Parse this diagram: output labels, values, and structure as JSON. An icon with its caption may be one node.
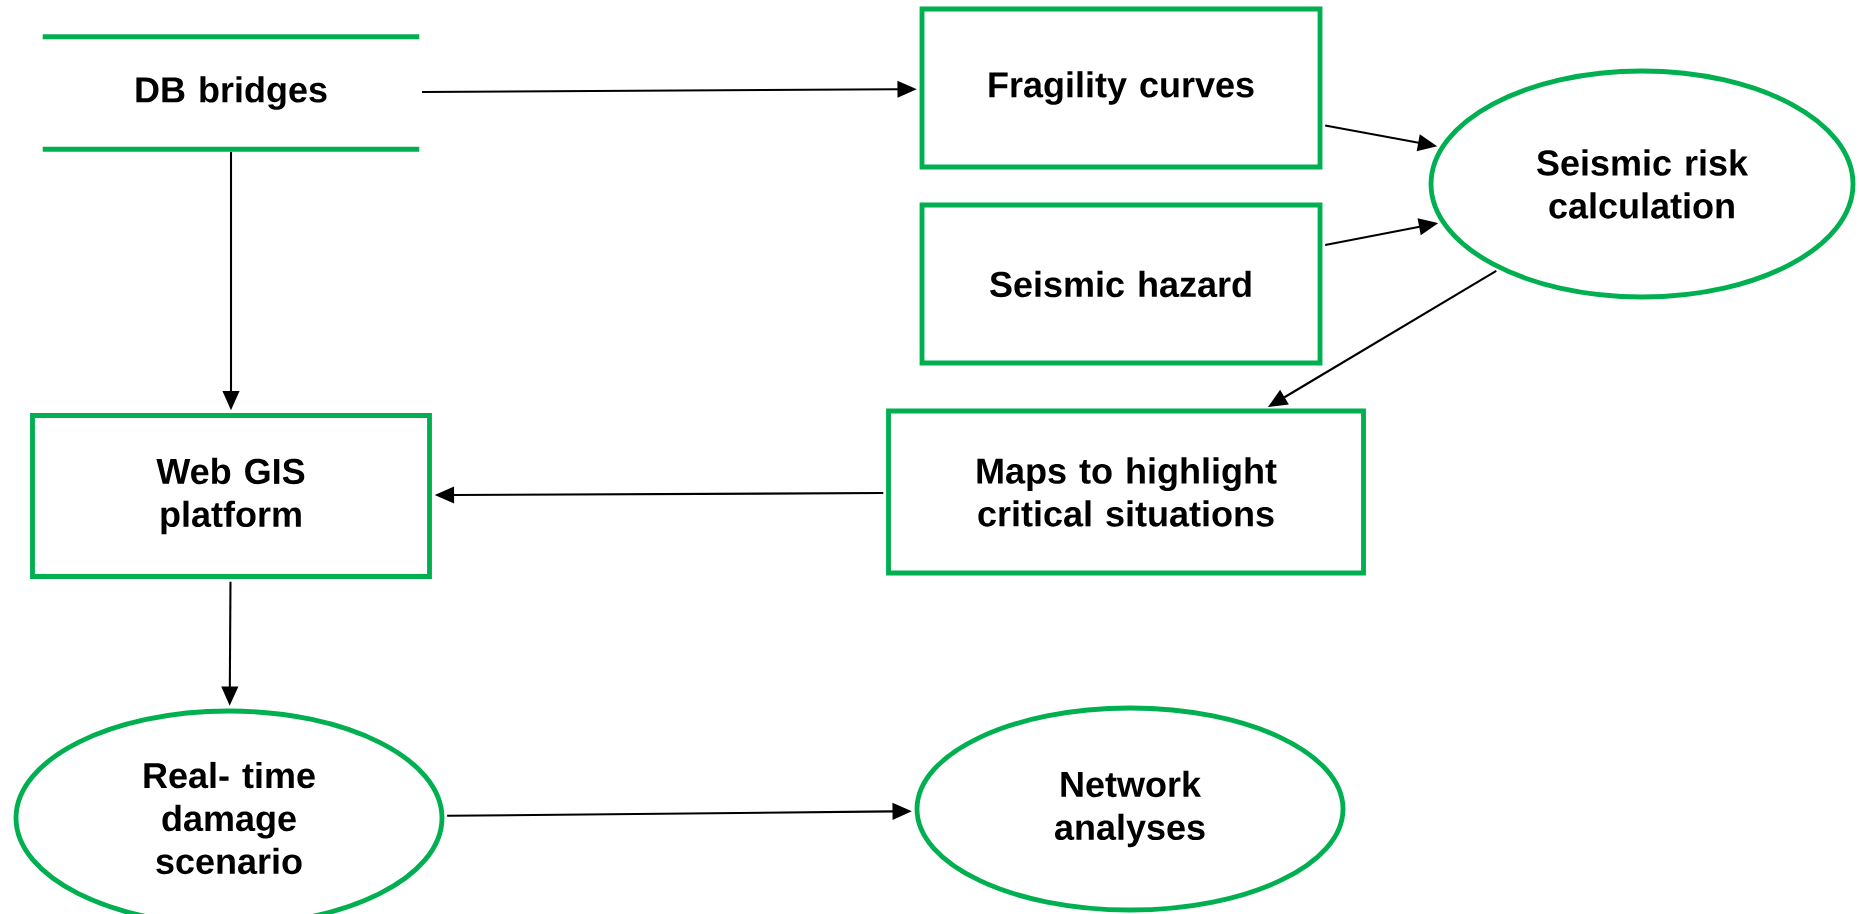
{
  "diagram": {
    "nodes": [
      {
        "text": [
          "DB bridges"
        ]
      },
      {
        "text": [
          "Fragility curves"
        ]
      },
      {
        "text": [
          "Seismic risk calculation"
        ]
      },
      {
        "text": [
          "Seismic hazard"
        ]
      },
      {
        "text": [
          "Maps to highlight critical situations"
        ]
      },
      {
        "text": [
          "Web GIS platform"
        ]
      },
      {
        "text": [
          "Real- time damage scenario"
        ]
      },
      {
        "text": [
          "Network analyses"
        ]
      }
    ],
    "edges": [
      {
        "from": 0,
        "to": 1,
        "arrow": "to"
      },
      {
        "from": 1,
        "to": 2,
        "arrow": "to"
      },
      {
        "from": 3,
        "to": 2,
        "arrow": "to"
      },
      {
        "from": 2,
        "to": 4,
        "arrow": "to"
      },
      {
        "from": 4,
        "to": 5,
        "arrow": "to"
      },
      {
        "from": 0,
        "to": 5,
        "arrow": "to"
      },
      {
        "from": 5,
        "to": 6,
        "arrow": "to"
      },
      {
        "from": 6,
        "to": 7,
        "arrow": "to"
      }
    ]
  }
}
